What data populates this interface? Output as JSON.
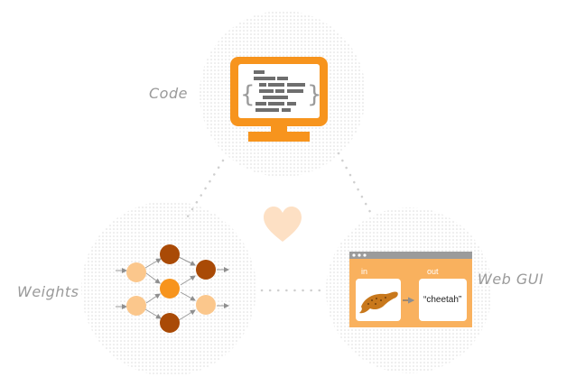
{
  "labels": {
    "code": "Code",
    "weights": "Weights",
    "web_gui": "Web GUI"
  },
  "web_gui": {
    "in_label": "in",
    "out_label": "out",
    "output_value": "“cheetah”"
  },
  "colors": {
    "orange": "#F7941D",
    "light_orange": "#F9B15E",
    "brown": "#A94A06",
    "pale_orange": "#FBC78C",
    "heart": "#FDE0C4",
    "dots": "#D6D6D6",
    "window_bar": "#9B9B9B"
  },
  "icons": {
    "code": "monitor-code-icon",
    "weights": "neural-network-icon",
    "web_gui": "browser-window-icon",
    "center": "heart-icon"
  }
}
